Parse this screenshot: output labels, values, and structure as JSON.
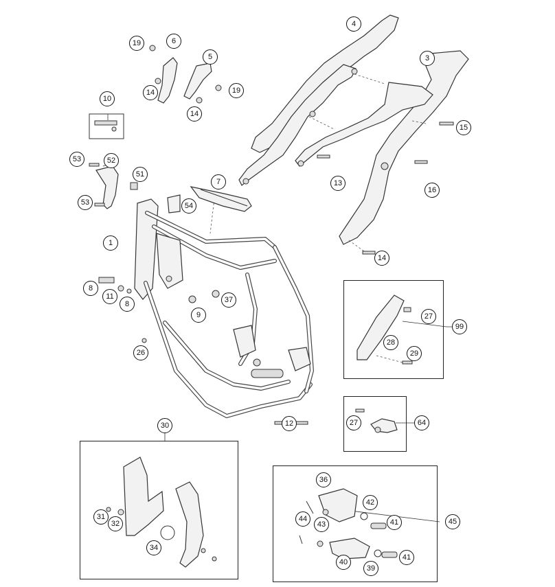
{
  "diagram": {
    "callouts": [
      {
        "id": "c-4",
        "label": "4"
      },
      {
        "id": "c-3",
        "label": "3"
      },
      {
        "id": "c-15",
        "label": "15"
      },
      {
        "id": "c-13",
        "label": "13"
      },
      {
        "id": "c-16",
        "label": "16"
      },
      {
        "id": "c-14-rear",
        "label": "14"
      },
      {
        "id": "c-19-left",
        "label": "19"
      },
      {
        "id": "c-6",
        "label": "6"
      },
      {
        "id": "c-5",
        "label": "5"
      },
      {
        "id": "c-19-right",
        "label": "19"
      },
      {
        "id": "c-14-a",
        "label": "14"
      },
      {
        "id": "c-14-b",
        "label": "14"
      },
      {
        "id": "c-10",
        "label": "10"
      },
      {
        "id": "c-53-top",
        "label": "53"
      },
      {
        "id": "c-52",
        "label": "52"
      },
      {
        "id": "c-51",
        "label": "51"
      },
      {
        "id": "c-53-bottom",
        "label": "53"
      },
      {
        "id": "c-54",
        "label": "54"
      },
      {
        "id": "c-7",
        "label": "7"
      },
      {
        "id": "c-1",
        "label": "1"
      },
      {
        "id": "c-8-left",
        "label": "8"
      },
      {
        "id": "c-11",
        "label": "11"
      },
      {
        "id": "c-8-right",
        "label": "8"
      },
      {
        "id": "c-37",
        "label": "37"
      },
      {
        "id": "c-9",
        "label": "9"
      },
      {
        "id": "c-26",
        "label": "26"
      },
      {
        "id": "c-12",
        "label": "12"
      },
      {
        "id": "c-27-top",
        "label": "27"
      },
      {
        "id": "c-99",
        "label": "99"
      },
      {
        "id": "c-28",
        "label": "28"
      },
      {
        "id": "c-29",
        "label": "29"
      },
      {
        "id": "c-27-bottom",
        "label": "27"
      },
      {
        "id": "c-64",
        "label": "64"
      },
      {
        "id": "c-30",
        "label": "30"
      },
      {
        "id": "c-31",
        "label": "31"
      },
      {
        "id": "c-32",
        "label": "32"
      },
      {
        "id": "c-34",
        "label": "34"
      },
      {
        "id": "c-36",
        "label": "36"
      },
      {
        "id": "c-42",
        "label": "42"
      },
      {
        "id": "c-44",
        "label": "44"
      },
      {
        "id": "c-41-top",
        "label": "41"
      },
      {
        "id": "c-43",
        "label": "43"
      },
      {
        "id": "c-45",
        "label": "45"
      },
      {
        "id": "c-40",
        "label": "40"
      },
      {
        "id": "c-39",
        "label": "39"
      },
      {
        "id": "c-41-bottom",
        "label": "41"
      }
    ]
  }
}
